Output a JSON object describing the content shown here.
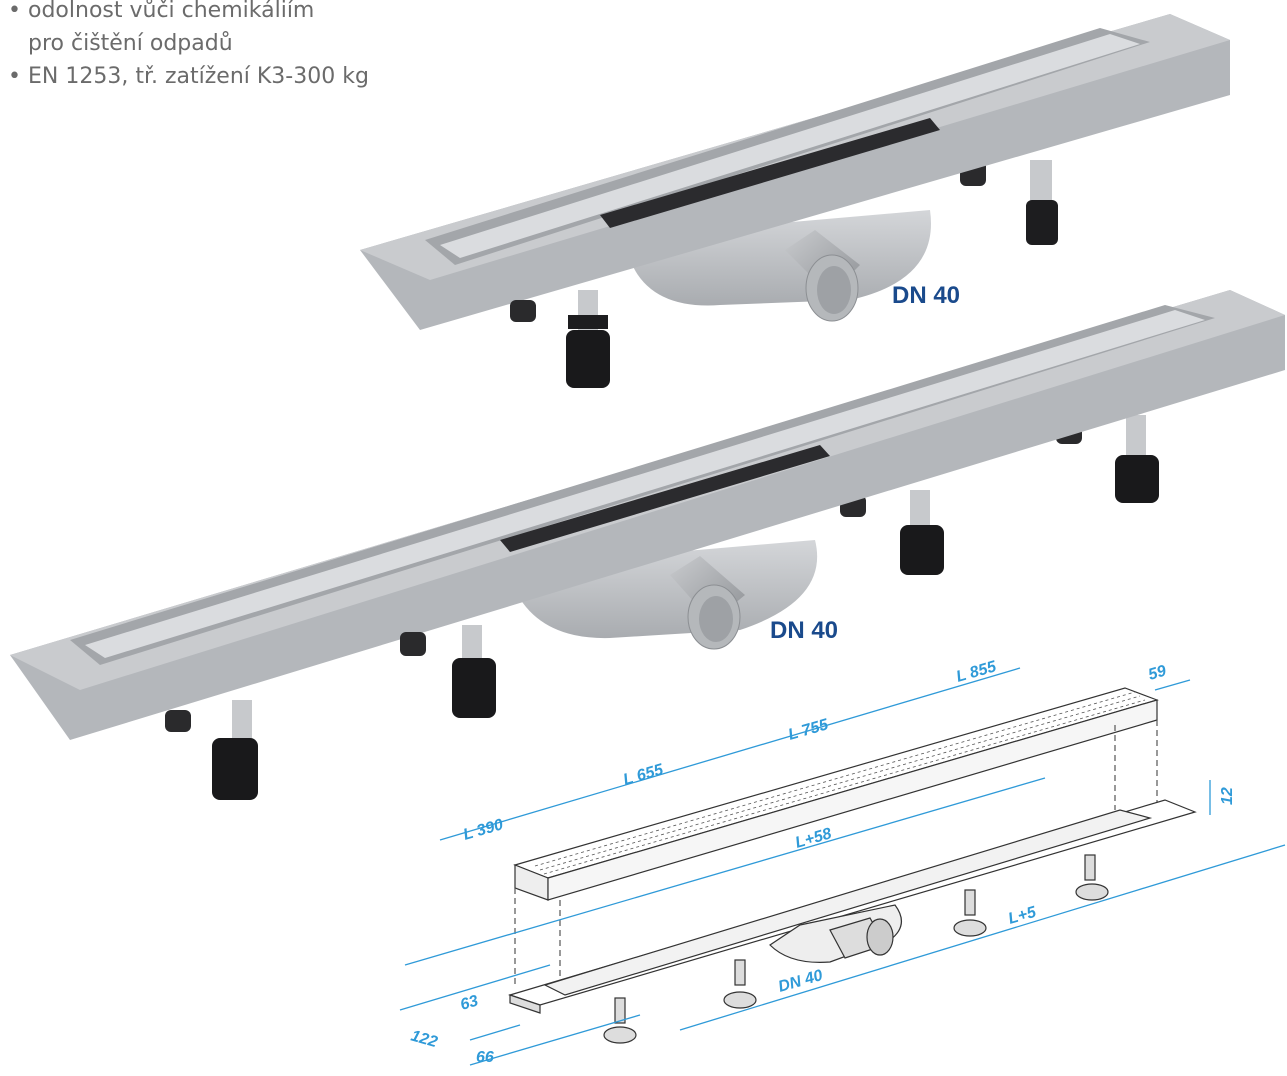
{
  "features": [
    {
      "line1": "odolnost vůči chemikáliím",
      "line2": "pro čištění odpadů"
    },
    {
      "line1": "EN 1253, tř. zatížení K3-300 kg"
    }
  ],
  "product_labels": {
    "upper": "DN 40",
    "lower": "DN 40"
  },
  "dimensions": {
    "l855": "L 855",
    "l755": "L 755",
    "l655": "L 655",
    "l390": "L 390",
    "w59": "59",
    "h12": "12",
    "lplus58": "L+58",
    "lplus5": "L+5",
    "dn40": "DN 40",
    "d63": "63",
    "d122": "122",
    "d66": "66"
  },
  "colors": {
    "body_gray": "#b9bcc0",
    "dimension_blue": "#2f9ad8",
    "label_navy": "#1a4a8c"
  }
}
